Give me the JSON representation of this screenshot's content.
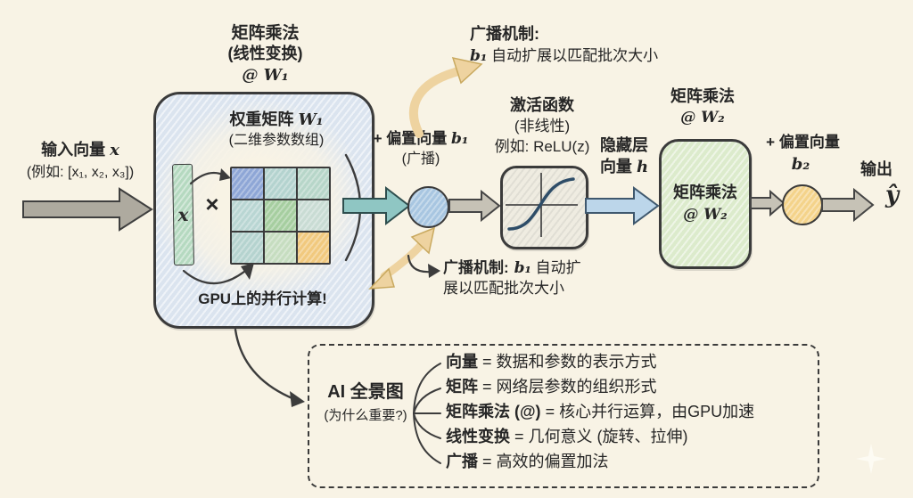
{
  "colors": {
    "bg": "#f8f3e5",
    "ink": "#262626",
    "weight_box_bg": "#dbe4ef",
    "activation_box_bg": "#efece1",
    "matmul2_box_bg": "#dcebcc",
    "x_bar": "#b5d9c0",
    "circle_blue": "#a8c6e1",
    "circle_yellow": "#f4d38a",
    "teal_arrow": "#8fc6c3",
    "blue_arrow": "#bcd6ea",
    "gray_arrow_dark": "#aeaa9f",
    "gray_arrow_light": "#c6c2b6",
    "yellow_arrow": "#eed3a0",
    "yellow_arrow_edge": "#c9a95f",
    "sigmoid": "#2e4d68",
    "matrix_cells": [
      "#8ea6d6",
      "#b4d3cf",
      "#b7d6c9",
      "#b9d6d3",
      "#a6cea0",
      "#c9dcd4",
      "#b5d3cf",
      "#c6ddc0",
      "#f1c97e"
    ]
  },
  "title_w1": {
    "line1": "矩阵乘法",
    "line2": "(线性变换)",
    "line3": "@ W₁"
  },
  "input": {
    "title_cn": "输入向量",
    "title_var": "x",
    "example": "(例如: [x₁, x₂, x₃])"
  },
  "weight_box": {
    "title_cn": "权重矩阵",
    "title_var": "W₁",
    "subtitle": "(二维参数数组)",
    "x_label": "x",
    "times": "×",
    "gpu_note": "GPU上的并行计算!"
  },
  "bias1": {
    "label": "+ 偏置向量",
    "var": "b₁",
    "mode": "(广播)"
  },
  "broadcast_top": {
    "title": "广播机制:",
    "var": "b₁",
    "rest": " 自动扩展以匹配批次大小"
  },
  "broadcast_mid": {
    "prefix": "广播机制:",
    "var": " b₁",
    "rest1": " 自动扩",
    "line2": "展以匹配批次大小"
  },
  "activation": {
    "title": "激活函数",
    "subtitle": "(非线性)",
    "example": "例如: ReLU(z)"
  },
  "hidden": {
    "line1": "隐藏层",
    "line2_cn": "向量",
    "var": "h"
  },
  "matmul2": {
    "title_cn": "矩阵乘法",
    "title_var": "@ W₂",
    "box_line1": "矩阵乘法",
    "box_line2": "@ W₂"
  },
  "bias2": {
    "label": "+ 偏置向量",
    "var": "b₂"
  },
  "output": {
    "label": "输出",
    "var": "ŷ"
  },
  "panorama": {
    "title": "AI 全景图",
    "subtitle": "(为什么重要?)",
    "items": [
      {
        "key": "向量",
        "rest": "= 数据和参数的表示方式"
      },
      {
        "key": "矩阵",
        "rest": "= 网络层参数的组织形式"
      },
      {
        "key": "矩阵乘法 (@)",
        "rest": "= 核心并行运算，由GPU加速"
      },
      {
        "key": "线性变换",
        "rest": "= 几何意义 (旋转、拉伸)"
      },
      {
        "key": "广播",
        "rest": "= 高效的偏置加法"
      }
    ]
  }
}
